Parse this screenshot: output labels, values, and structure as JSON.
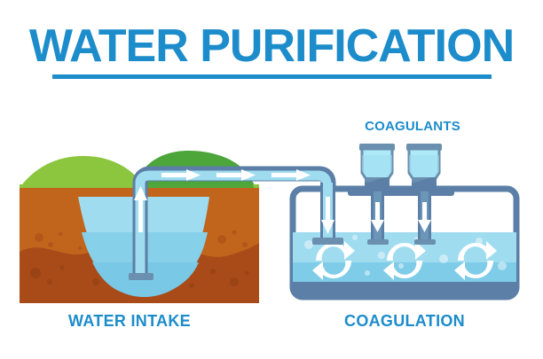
{
  "page": {
    "title": "WATER PURIFICATION",
    "background_color": "#ffffff"
  },
  "colors": {
    "brand_blue": "#1c8ccb",
    "grass_light": "#8cc63f",
    "grass_dark": "#4da53a",
    "soil_light": "#c2651c",
    "soil_dark": "#a84b18",
    "water_light": "#9fdcf0",
    "water_mid": "#7fcce8",
    "water_deep": "#72c4e4",
    "pipe_fill": "#9fdcf0",
    "pipe_stroke": "#5b7fa6",
    "tank_stroke": "#5b7fa6",
    "tank_base": "#5b7fa6",
    "hopper_fill": "#aee9f7",
    "hopper_stroke": "#6b8fae",
    "nozzle": "#6b8fae",
    "arrow_white": "#ffffff"
  },
  "sections": [
    {
      "id": "water-intake",
      "caption": "WATER INTAKE",
      "elements": {
        "intake_pipe_arrows": 1,
        "transfer_pipe_arrows": 3
      }
    },
    {
      "id": "coagulation",
      "caption": "COAGULATION",
      "label": "COAGULANTS",
      "elements": {
        "coagulant_hoppers": 2,
        "mixer_symbols": 3,
        "inlet_arrows": 1,
        "dosing_arrows": 2
      }
    }
  ],
  "labels": {
    "water_intake": "WATER INTAKE",
    "coagulation": "COAGULATION",
    "coagulants": "COAGULANTS"
  }
}
